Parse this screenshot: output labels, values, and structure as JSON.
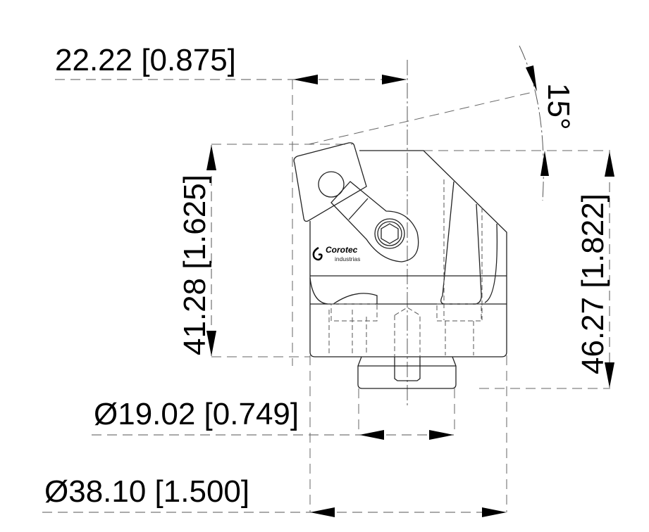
{
  "drawing": {
    "title": "Corotec clamp technical drawing",
    "units_primary": "mm",
    "units_secondary": "in",
    "logo": {
      "brand": "Corotec",
      "sub": "industrias"
    },
    "dimensions": {
      "top_width": {
        "label": "22.22 [0.875]",
        "mm": 22.22,
        "in": 0.875
      },
      "angle": {
        "label": "15°",
        "deg": 15
      },
      "left_height": {
        "label": "41.28 [1.625]",
        "mm": 41.28,
        "in": 1.625
      },
      "right_height": {
        "label": "46.27 [1.822]",
        "mm": 46.27,
        "in": 1.822
      },
      "small_diameter": {
        "label": "Ø19.02 [0.749]",
        "mm": 19.02,
        "in": 0.749
      },
      "large_diameter": {
        "label": "Ø38.10 [1.500]",
        "mm": 38.1,
        "in": 1.5
      }
    },
    "colors": {
      "line": "#222222",
      "hidden": "#555555",
      "text": "#000000",
      "background": "#ffffff"
    }
  }
}
